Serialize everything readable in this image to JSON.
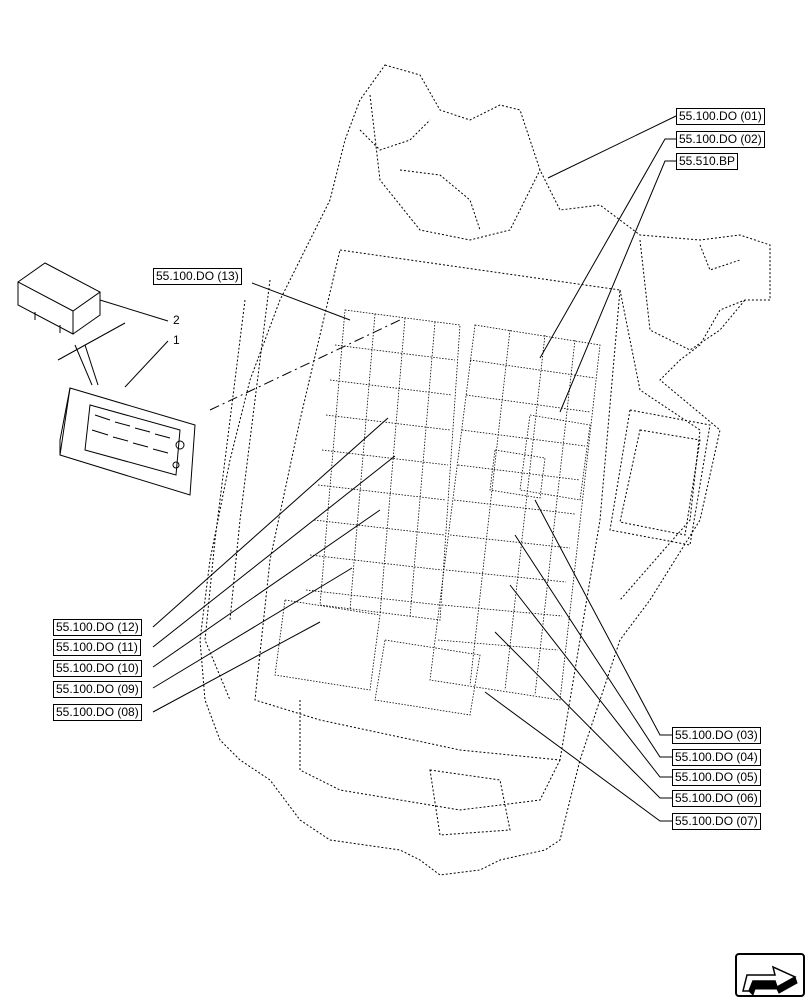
{
  "callouts": {
    "c01": "55.100.DO (01)",
    "c02": "55.100.DO (02)",
    "bp": "55.510.BP",
    "c13": "55.100.DO (13)",
    "c12": "55.100.DO (12)",
    "c11": "55.100.DO (11)",
    "c10": "55.100.DO (10)",
    "c09": "55.100.DO (09)",
    "c08": "55.100.DO (08)",
    "c03": "55.100.DO (03)",
    "c04": "55.100.DO (04)",
    "c05": "55.100.DO (05)",
    "c06": "55.100.DO (06)",
    "c07": "55.100.DO (07)"
  },
  "items": {
    "item1": "1",
    "item2": "2"
  },
  "icons": {
    "navigation": "next-page-arrow-icon"
  }
}
